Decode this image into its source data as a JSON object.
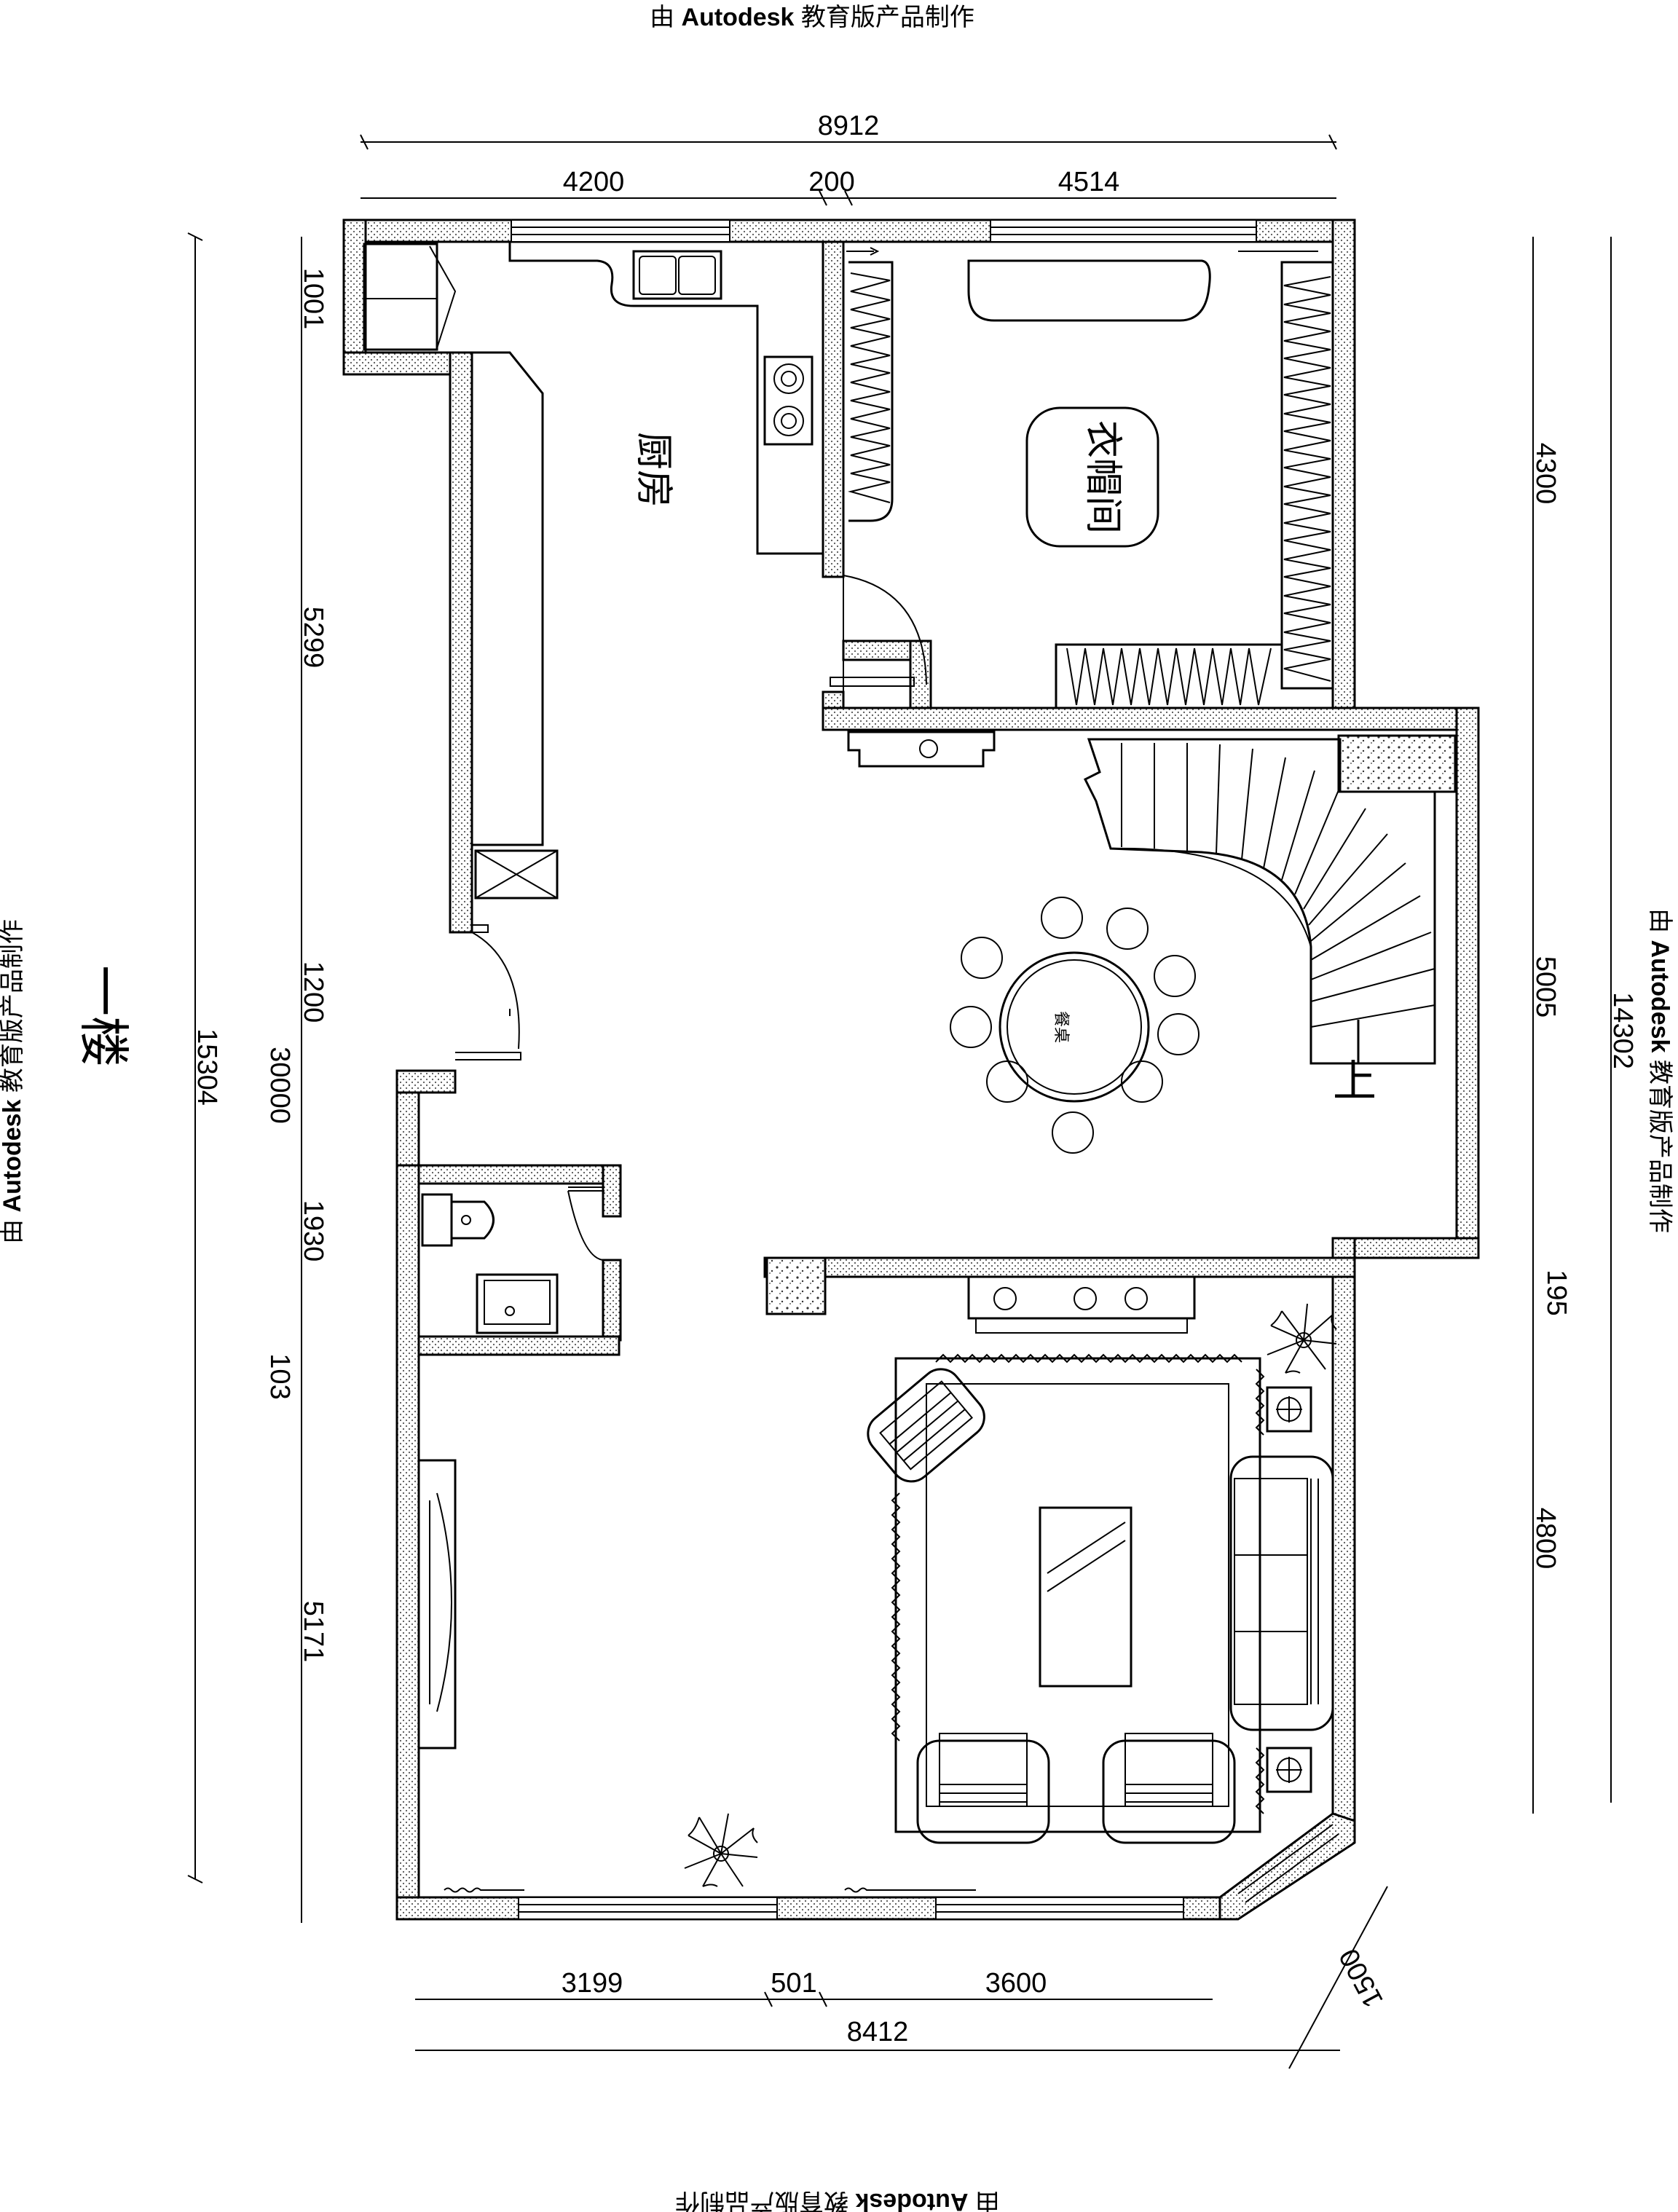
{
  "watermark": {
    "prefix": "由",
    "brand": "Autodesk",
    "suffix": "教育版产品制作"
  },
  "floor_title": "一楼",
  "rooms": {
    "kitchen": "厨房",
    "cloakroom": "衣帽间",
    "dining_table": "餐桌",
    "stair_up": "上"
  },
  "dimensions": {
    "top_total": "8912",
    "top_left": "4200",
    "top_mid": "200",
    "top_right": "4514",
    "bottom_left": "3199",
    "bottom_mid": "501",
    "bottom_right": "3600",
    "bottom_total": "8412",
    "left_total": "15304",
    "left_1": "1001",
    "left_2": "5299",
    "left_3": "1200",
    "left_4": "30000",
    "left_5": "1930",
    "left_6": "103",
    "left_7": "5171",
    "right_total": "14302",
    "right_1": "4300",
    "right_2": "5005",
    "right_3": "195",
    "right_4": "4800",
    "bay_window": "1500"
  }
}
